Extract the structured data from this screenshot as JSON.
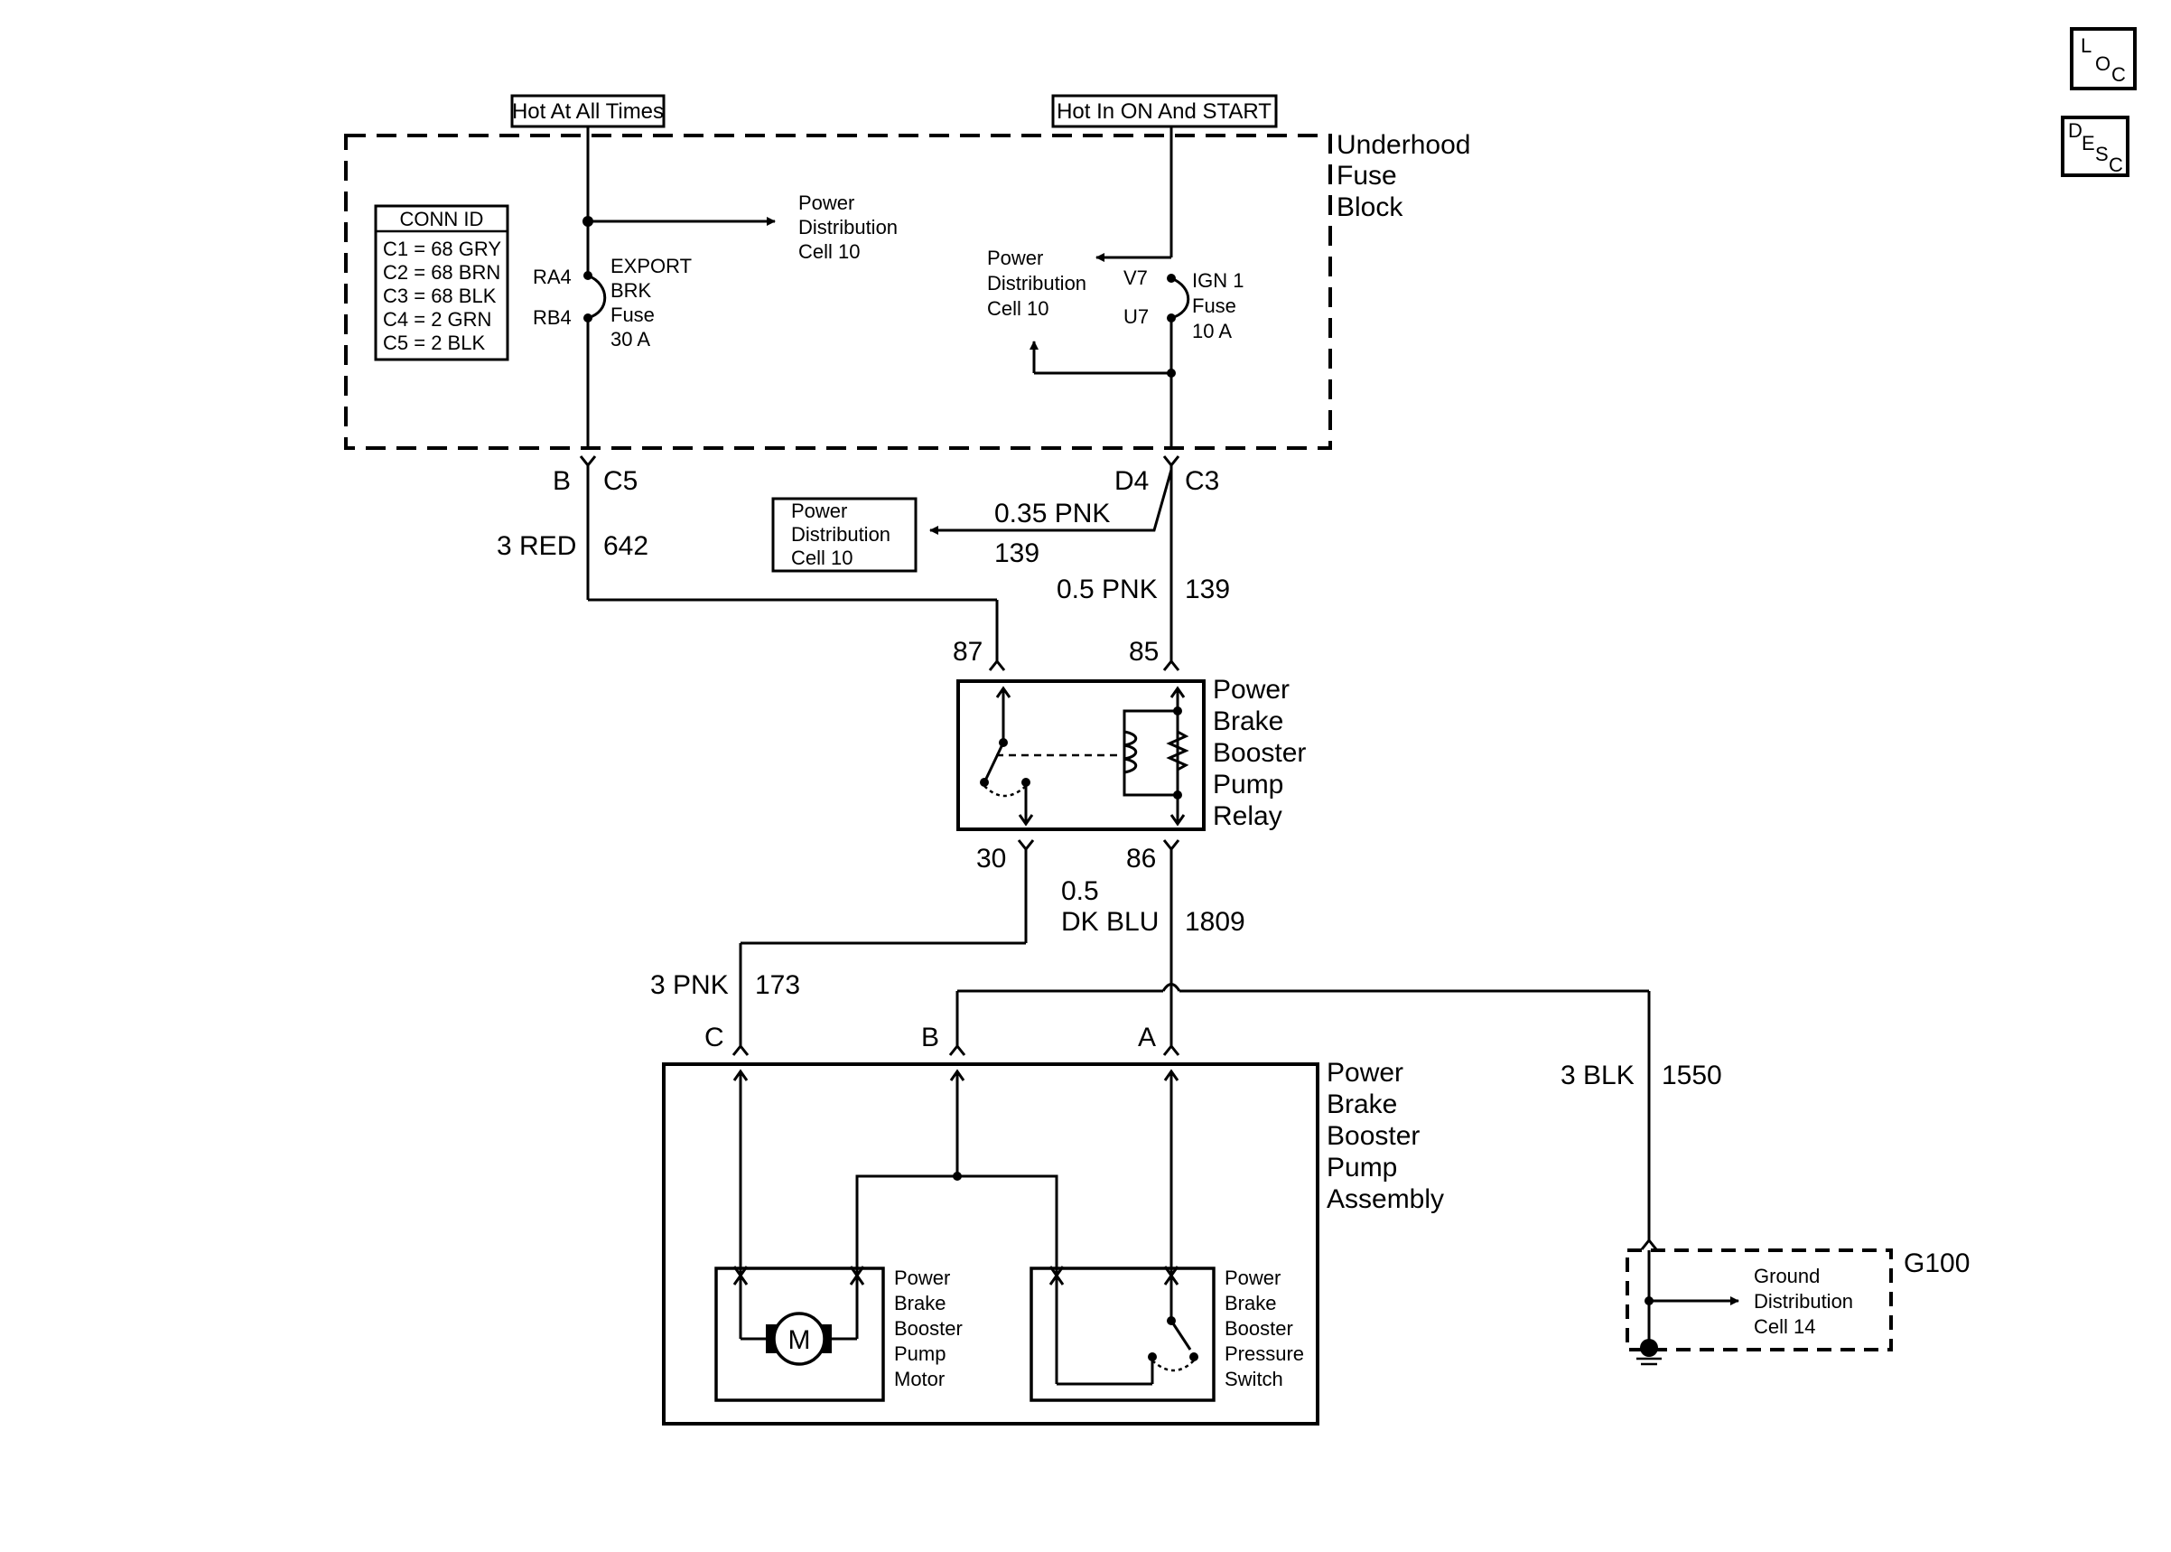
{
  "icons": {
    "loc": "L O C",
    "desc": "D E S C"
  },
  "sources": {
    "hot_all_times": "Hot At All Times",
    "hot_on_start": "Hot In ON And START"
  },
  "fuse_block": {
    "title": [
      "Underhood",
      "Fuse",
      "Block"
    ],
    "conn_id_title": "CONN ID",
    "conn_ids": [
      "C1 = 68 GRY",
      "C2 = 68 BRN",
      "C3 = 68 BLK",
      "C4 = 2 GRN",
      "C5 = 2 BLK"
    ],
    "export_fuse": {
      "pin_in": "RA4",
      "pin_out": "RB4",
      "label": [
        "EXPORT",
        "BRK",
        "Fuse",
        "30 A"
      ]
    },
    "ign_fuse": {
      "pin_in": "V7",
      "pin_out": "U7",
      "label": [
        "IGN 1",
        "Fuse",
        "10 A"
      ]
    },
    "pd_cell_left": [
      "Power",
      "Distribution",
      "Cell 10"
    ],
    "pd_cell_right": [
      "Power",
      "Distribution",
      "Cell 10"
    ]
  },
  "connectors": {
    "left_pin": "B",
    "left_conn": "C5",
    "right_pin": "D4",
    "right_conn": "C3"
  },
  "wires": {
    "red": {
      "gauge": "3 RED",
      "circuit": "642"
    },
    "pnk_branch": {
      "gauge": "0.35 PNK",
      "circuit": "139"
    },
    "pnk_main": {
      "gauge": "0.5 PNK",
      "circuit": "139"
    },
    "dkblu": {
      "gauge_a": "0.5",
      "gauge_b": "DK BLU",
      "circuit": "1809"
    },
    "pnk173": {
      "gauge": "3 PNK",
      "circuit": "173"
    },
    "blk": {
      "gauge": "3 BLK",
      "circuit": "1550"
    }
  },
  "pd_cell_box": [
    "Power",
    "Distribution",
    "Cell 10"
  ],
  "relay": {
    "title": [
      "Power",
      "Brake",
      "Booster",
      "Pump",
      "Relay"
    ],
    "pin_87": "87",
    "pin_85": "85",
    "pin_30": "30",
    "pin_86": "86"
  },
  "assembly": {
    "title": [
      "Power",
      "Brake",
      "Booster",
      "Pump",
      "Assembly"
    ],
    "pin_c": "C",
    "pin_b": "B",
    "pin_a": "A",
    "motor": [
      "Power",
      "Brake",
      "Booster",
      "Pump",
      "Motor"
    ],
    "motor_symbol": "M",
    "switch": [
      "Power",
      "Brake",
      "Booster",
      "Pressure",
      "Switch"
    ]
  },
  "ground": {
    "id": "G100",
    "label": [
      "Ground",
      "Distribution",
      "Cell 14"
    ]
  }
}
